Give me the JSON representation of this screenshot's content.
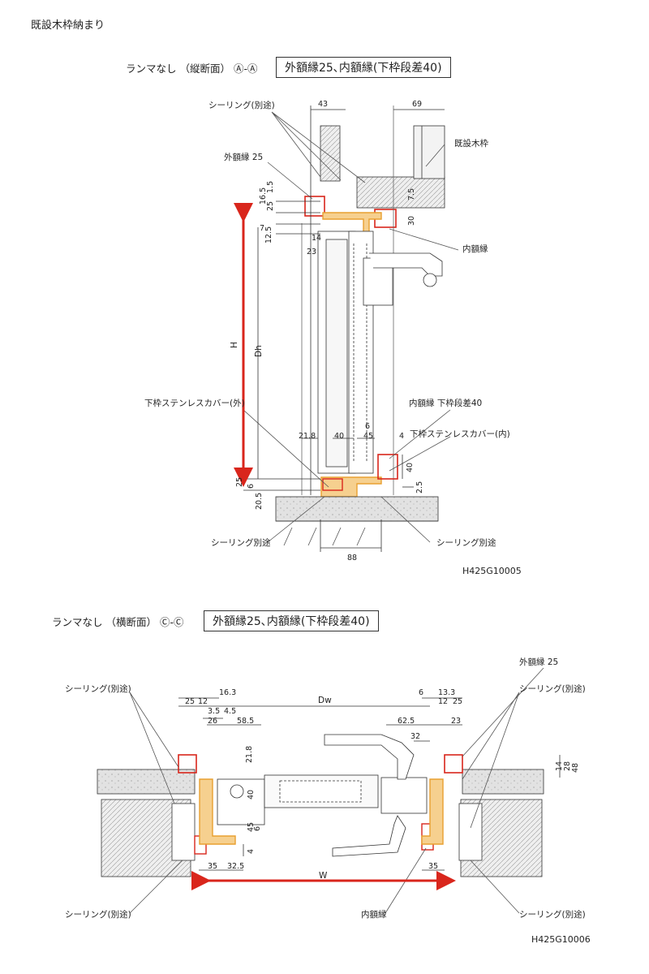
{
  "page_title": "既設木枠納まり",
  "section_vertical": {
    "heading": "ランマなし （縦断面） Ⓐ-Ⓐ",
    "spec": "外額縁25､内額縁(下枠段差40)",
    "drawing_code": "H425G10005",
    "labels": {
      "sealing_top": "シーリング(別途)",
      "outer_frame": "外額縁 25",
      "existing_wood": "既設木枠",
      "inner_frame": "内額縁",
      "sill_cover_out": "下枠ステンレスカバー(外)",
      "inner_frame_step": "内額縁 下枠段差40",
      "sill_cover_in": "下枠ステンレスカバー(内)",
      "sealing_bottom_left": "シーリング別途",
      "sealing_bottom_right": "シーリング別途",
      "H": "H",
      "Dh": "Dh"
    },
    "dims": {
      "d43": "43",
      "d69": "69",
      "d16_5": "16.5",
      "d1_5": "1.5",
      "d25a": "25",
      "d7_5": "7.5",
      "d30": "30",
      "d7": "7",
      "d12_5": "12.5",
      "d14": "14",
      "d23": "23",
      "d21_8": "21.8",
      "d40a": "40",
      "d6": "6",
      "d45": "45",
      "d4": "4",
      "d40b": "40",
      "d25b": "25",
      "d6b": "6",
      "d20_5": "20.5",
      "d2_5": "2.5",
      "d88": "88"
    }
  },
  "section_horizontal": {
    "heading": "ランマなし （横断面） Ⓒ-Ⓒ",
    "spec": "外額縁25､内額縁(下枠段差40)",
    "drawing_code": "H425G10006",
    "labels": {
      "outer_frame": "外額縁 25",
      "sealing_tl": "シーリング(別途)",
      "sealing_tr": "シーリング(別途)",
      "sealing_bl": "シーリング(別途)",
      "sealing_br": "シーリング(別途)",
      "inner_frame": "内額縁",
      "Dw": "Dw",
      "W": "W"
    },
    "dims": {
      "d25": "25",
      "d12": "12",
      "d16_3": "16.3",
      "d3_5": "3.5",
      "d4_5": "4.5",
      "d26": "26",
      "d58_5": "58.5",
      "d21_8": "21.8",
      "d40": "40",
      "d45": "45",
      "d6": "6",
      "d4": "4",
      "d35a": "35",
      "d32_5": "32.5",
      "d35b": "35",
      "d6r": "6",
      "d13_3": "13.3",
      "d12r": "12",
      "d25r": "25",
      "d62_5": "62.5",
      "d32": "32",
      "d23": "23",
      "d14": "14",
      "d28": "28",
      "d48": "48"
    }
  },
  "colors": {
    "accent_red": "#d9261c",
    "frame_orange": "#e8a030",
    "concrete": "#dcdcdc"
  }
}
